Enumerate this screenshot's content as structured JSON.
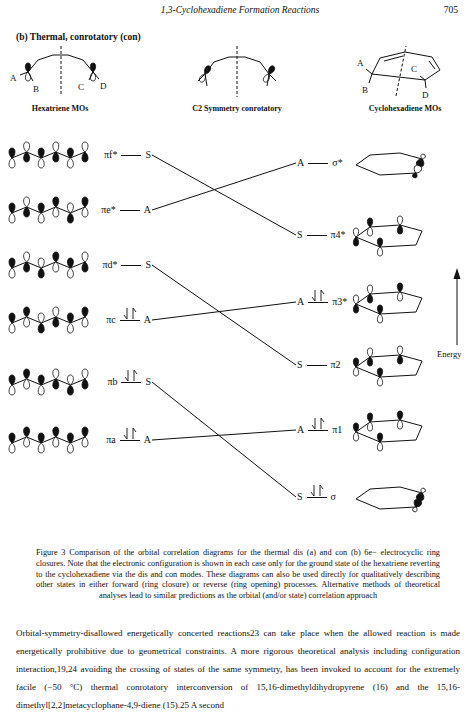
{
  "diagram": {
    "title": "(b) Thermal, conrotatory (con)",
    "caption": "Figure 3 Comparison of the orbital correlation diagrams for the thermal dis (a) and con (b) 6e− electrocyclic ring closures. Note that the electronic configuration is shown in each case only for the ground state of the hexatriene reverting to the cyclohexadiene via the dis and con modes. These diagrams can also be used directly for qualitatively describing other states in either forward (ring closure) or reverse (ring opening) processes. Alternative methods of theoretical analyses lead to similar predictions as the orbital (and/or state) correlation approach",
    "nodes": [
      {
        "text": [
          "πf*",
          "S"
        ]
      },
      {
        "text": [
          "πe*",
          "A"
        ]
      },
      {
        "text": [
          "πd*",
          "S"
        ]
      },
      {
        "text": [
          "πc",
          "A"
        ]
      },
      {
        "text": [
          "πb",
          "S"
        ]
      },
      {
        "text": [
          "πa",
          "A"
        ]
      },
      {
        "text": [
          "A",
          "σ*"
        ]
      },
      {
        "text": [
          "S",
          "π4*"
        ]
      },
      {
        "text": [
          "A",
          "π3*"
        ]
      },
      {
        "text": [
          "S",
          "π2"
        ]
      },
      {
        "text": [
          "A",
          "π1"
        ]
      },
      {
        "text": [
          "S",
          "σ"
        ]
      }
    ],
    "edges": [
      {
        "from": 0,
        "to": 7,
        "arrow": "none"
      },
      {
        "from": 1,
        "to": 6,
        "arrow": "none"
      },
      {
        "from": 2,
        "to": 9,
        "arrow": "none"
      },
      {
        "from": 3,
        "to": 8,
        "arrow": "none"
      },
      {
        "from": 4,
        "to": 11,
        "arrow": "none"
      },
      {
        "from": 5,
        "to": 10,
        "arrow": "none"
      }
    ],
    "labels": [
      "1,3-Cyclohexadiene Formation Reactions",
      "705",
      "A",
      "B",
      "C",
      "D",
      "A",
      "B",
      "C",
      "D",
      "Hexatriene MOs",
      "C2 Symmetry conrotatory",
      "Cyclohexadiene MOs",
      "Energy",
      "Orbital-symmetry-disallowed energetically concerted reactions23 can take place when the allowed reaction is made energetically prohibitive due to geometrical constraints. A more rigorous theoretical analysis including configuration interaction,19,24 avoiding the crossing of states of the same symmetry, has been invoked to account for the extremely facile (−50 °C) thermal conrotatory interconversion of 15,16-dimethyldihydropyrene (16) and the 15,16-dimethyl[2,2]metacyclophane-4,9-diene (15).25 A second"
    ]
  }
}
